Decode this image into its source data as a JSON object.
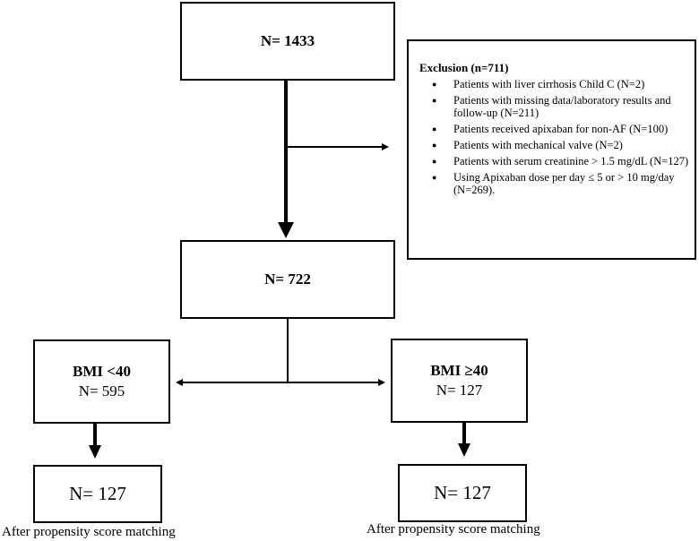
{
  "top": {
    "count": "N= 1433"
  },
  "exclusion": {
    "title": "Exclusion (n=711)",
    "items": [
      "Patients with liver cirrhosis Child C (N=2)",
      "Patients with missing data/laboratory results and follow-up (N=211)",
      "Patients received apixaban for non-AF (N=100)",
      "Patients with mechanical valve (N=2)",
      "Patients with serum creatinine > 1.5 mg/dL (N=127)",
      "Using Apixaban dose per day ≤ 5 or > 10 mg/day (N=269)."
    ]
  },
  "middle": {
    "count": "N= 722"
  },
  "left_group": {
    "label": "BMI <40",
    "count": "N= 595"
  },
  "right_group": {
    "label": "BMI ≥40",
    "count": "N= 127"
  },
  "left_final": {
    "count": "N= 127",
    "caption": "After propensity score matching"
  },
  "right_final": {
    "count": "N= 127",
    "caption": "After propensity score matching"
  }
}
